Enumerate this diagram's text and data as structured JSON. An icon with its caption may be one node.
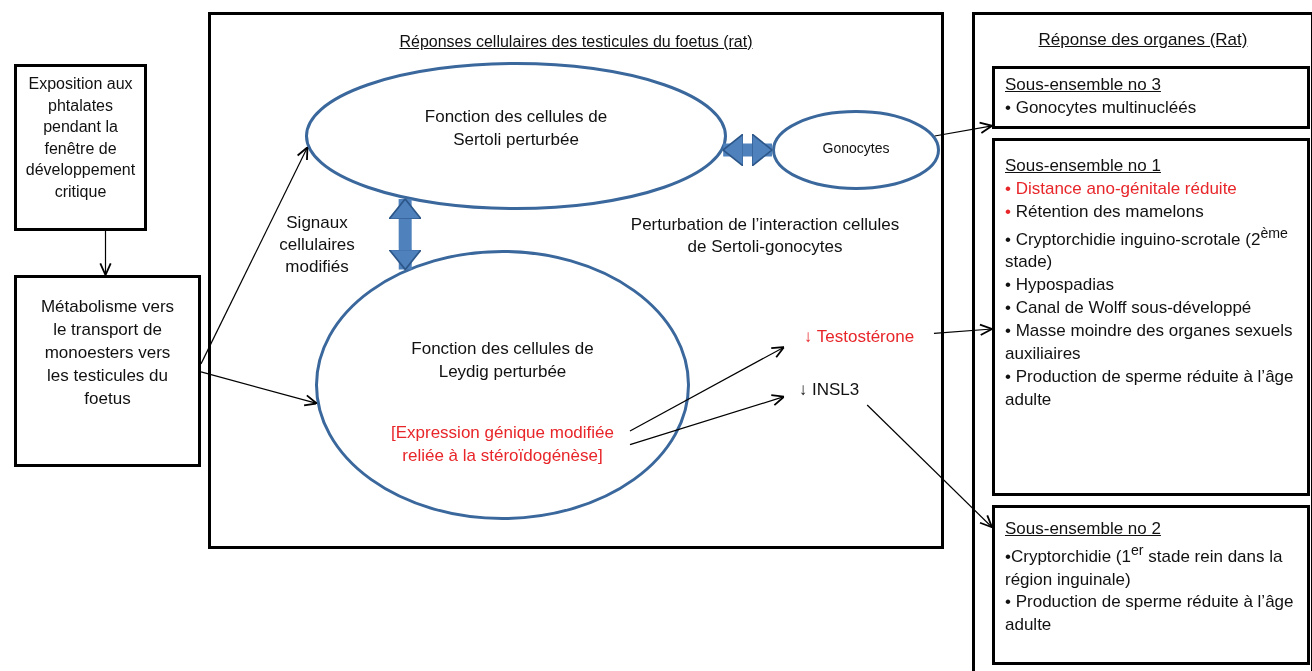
{
  "diagram": {
    "nodes": [
      {
        "text": [
          "Exposition aux phtalates pendant la fenêtre de développement critique"
        ]
      },
      {
        "text": [
          "Métabolisme vers le transport de monoesters vers les testicules du foetus"
        ]
      },
      {
        "text": [
          "Réponses cellulaires des testicules du foetus (rat)"
        ]
      },
      {
        "text": [
          "Fonction des cellules de Sertoli perturbée"
        ],
        "in": 2
      },
      {
        "text": [
          "Gonocytes"
        ],
        "in": 2
      },
      {
        "text": [
          "Fonction des cellules de Leydig perturbée"
        ],
        "in": 2
      },
      {
        "text": [
          "[Expression génique modifiée reliée à la stéroïdogénèse]"
        ],
        "in": 5
      },
      {
        "text": [
          "↓ Testostérone"
        ],
        "in": 2
      },
      {
        "text": [
          "↓ INSL3"
        ],
        "in": 2
      },
      {
        "text": [
          "Réponse des organes (Rat)"
        ]
      },
      {
        "text": [
          "Sous-ensemble no 3",
          "• Gonocytes multinucléés"
        ],
        "in": 9
      },
      {
        "text": [
          "Sous-ensemble no 1",
          "• Distance ano-génitale réduite",
          "• Rétention des mamelons",
          "• Cryptorchidie inguino-scrotale (2$^{ème}$ stade)",
          "• Hypospadias",
          "• Canal de Wolff sous-développé",
          "• Masse moindre des organes sexuels auxiliaires",
          "• Production de sperme réduite à l’âge adulte"
        ],
        "in": 9
      },
      {
        "text": [
          "Sous-ensemble no 2",
          "•Cryptorchidie (1$^{er}$ stade rein dans la région inguinale)",
          "• Production de sperme réduite à l’âge adulte"
        ],
        "in": 9
      }
    ],
    "edges": [
      {
        "from": 0,
        "to": 1,
        "arrow": "to"
      },
      {
        "from": 1,
        "to": 3,
        "arrow": "to"
      },
      {
        "from": 1,
        "to": 5,
        "arrow": "to"
      },
      {
        "from": 3,
        "to": 5,
        "arrow": "both",
        "style": "thick",
        "color": "#4f81bd"
      },
      {
        "from": 3,
        "to": 4,
        "arrow": "both",
        "style": "thick",
        "color": "#4f81bd"
      },
      {
        "from": 4,
        "to": 10,
        "arrow": "to"
      },
      {
        "from": 6,
        "to": 7,
        "arrow": "to"
      },
      {
        "from": 6,
        "to": 8,
        "arrow": "to"
      },
      {
        "from": 7,
        "to": 11,
        "arrow": "to"
      },
      {
        "from": 8,
        "to": 12,
        "arrow": "to"
      }
    ],
    "labels": [
      "Signaux cellulaires modifiés",
      "Perturbation de l’interaction cellules de Sertoli-gonocytes"
    ]
  }
}
